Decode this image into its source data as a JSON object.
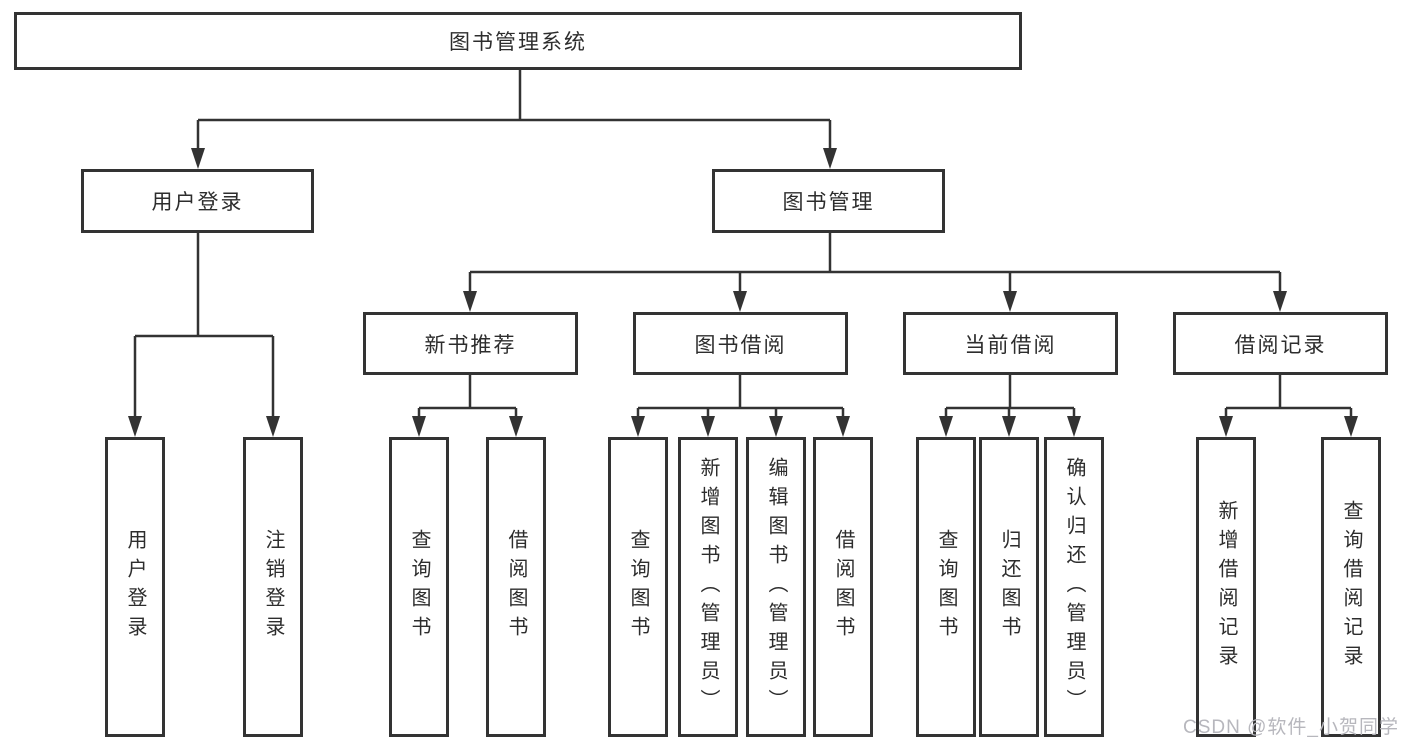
{
  "diagram": {
    "root": {
      "label": "图书管理系统"
    },
    "level2": [
      {
        "label": "用户登录"
      },
      {
        "label": "图书管理"
      }
    ],
    "level3": [
      {
        "label": "新书推荐"
      },
      {
        "label": "图书借阅"
      },
      {
        "label": "当前借阅"
      },
      {
        "label": "借阅记录"
      }
    ],
    "leaves": [
      {
        "label": "用户登录"
      },
      {
        "label": "注销登录"
      },
      {
        "label": "查询图书"
      },
      {
        "label": "借阅图书"
      },
      {
        "label": "查询图书"
      },
      {
        "label": "新增图书（管理员）"
      },
      {
        "label": "编辑图书（管理员）"
      },
      {
        "label": "借阅图书"
      },
      {
        "label": "查询图书"
      },
      {
        "label": "归还图书"
      },
      {
        "label": "确认归还（管理员）"
      },
      {
        "label": "新增借阅记录"
      },
      {
        "label": "查询借阅记录"
      }
    ]
  },
  "watermark": {
    "text": "CSDN @软件_小贺同学"
  },
  "colors": {
    "line": "#333333",
    "box_border": "#333333",
    "box_fill": "#ffffff",
    "text": "#2d2d2d",
    "watermark": "#b7b7bd"
  }
}
